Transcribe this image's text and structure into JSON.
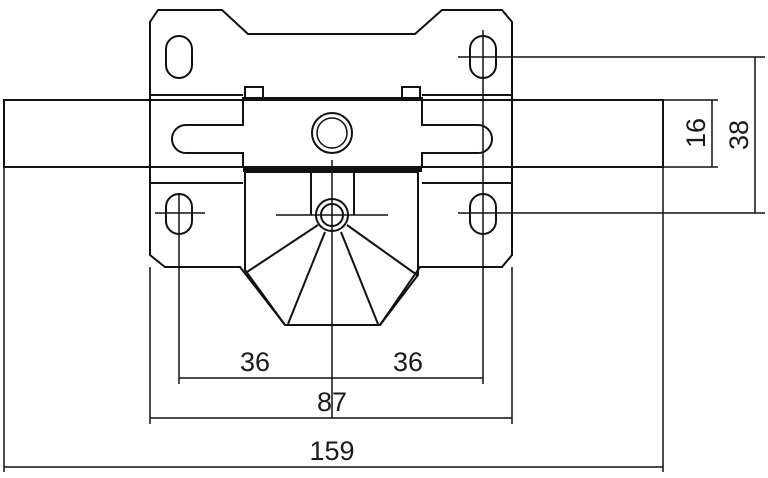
{
  "drawing": {
    "title": "Bracket mounting plate dimension drawing",
    "colors": {
      "plate": "#b3b3b3",
      "line": "#111111",
      "background": "#ffffff"
    },
    "dimensions": {
      "hole_offset_left": "36",
      "hole_offset_right": "36",
      "plate_width": "87",
      "overall_width": "159",
      "bar_height": "16",
      "hole_spacing_vertical": "38"
    }
  }
}
